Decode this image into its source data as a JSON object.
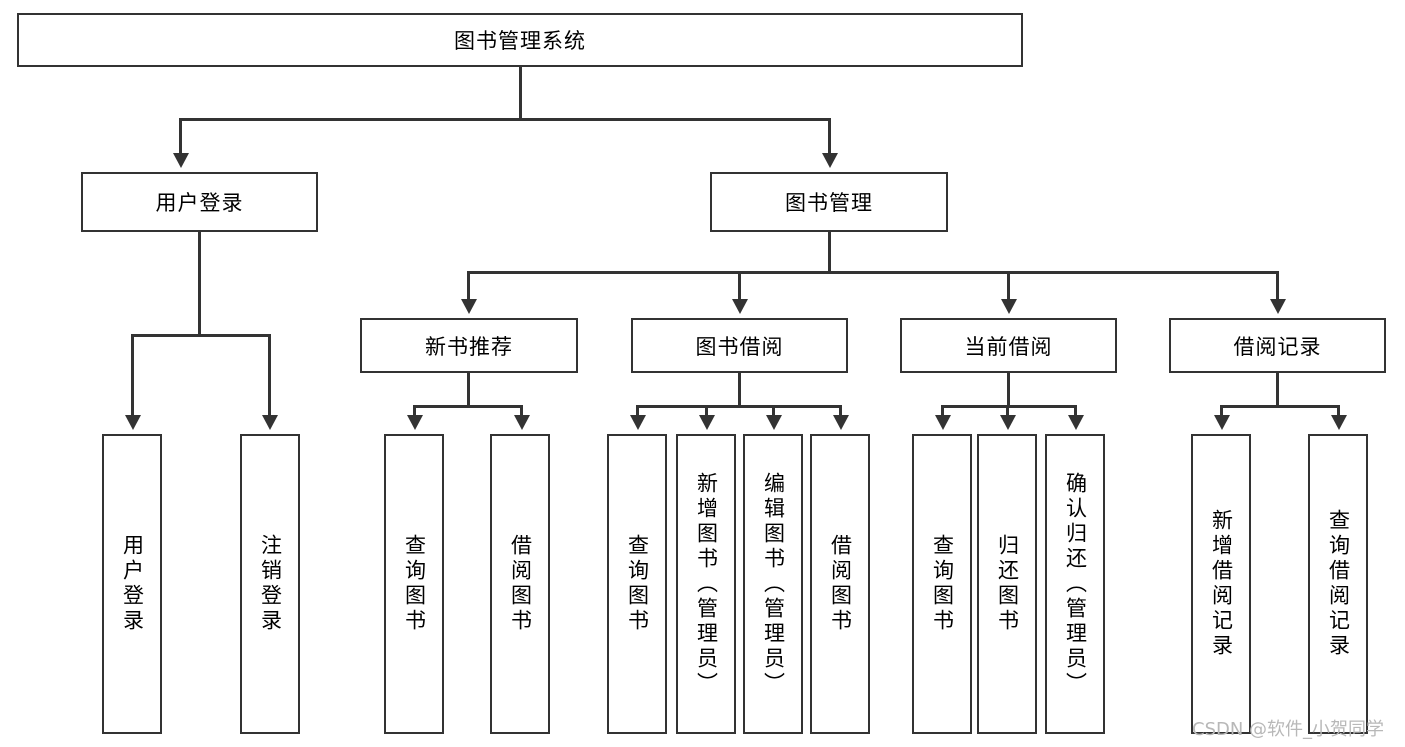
{
  "diagram": {
    "title": "图书管理系统",
    "type": "hierarchy-tree",
    "root": {
      "label": "图书管理系统"
    },
    "level2": [
      {
        "label": "用户登录"
      },
      {
        "label": "图书管理"
      }
    ],
    "level3": [
      {
        "label": "新书推荐"
      },
      {
        "label": "图书借阅"
      },
      {
        "label": "当前借阅"
      },
      {
        "label": "借阅记录"
      }
    ],
    "leaves": {
      "user_login": [
        {
          "label": "用户登录"
        },
        {
          "label": "注销登录"
        }
      ],
      "new_book_recommend": [
        {
          "label": "查询图书"
        },
        {
          "label": "借阅图书"
        }
      ],
      "book_borrow": [
        {
          "label": "查询图书"
        },
        {
          "label": "新增图书（管理员）"
        },
        {
          "label": "编辑图书（管理员）"
        },
        {
          "label": "借阅图书"
        }
      ],
      "current_borrow": [
        {
          "label": "查询图书"
        },
        {
          "label": "归还图书"
        },
        {
          "label": "确认归还（管理员）"
        }
      ],
      "borrow_records": [
        {
          "label": "新增借阅记录"
        },
        {
          "label": "查询借阅记录"
        }
      ]
    }
  },
  "watermark": {
    "text": "CSDN @软件_小贺同学"
  },
  "colors": {
    "stroke": "#333333",
    "background": "#ffffff",
    "text": "#000000",
    "watermark": "#b8b8b8"
  }
}
